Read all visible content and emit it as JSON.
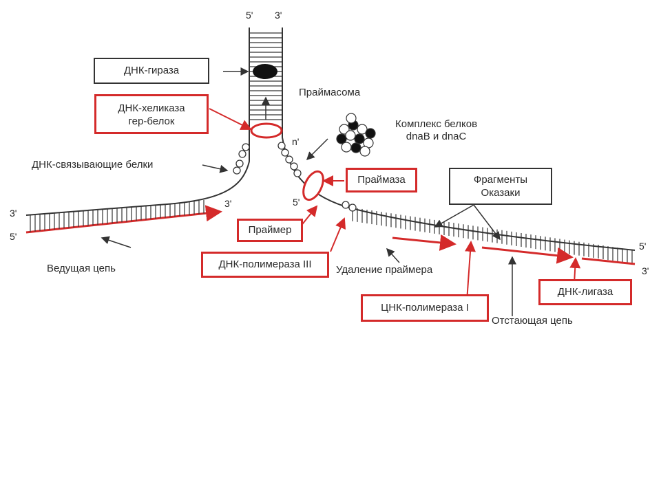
{
  "colors": {
    "ink": "#333333",
    "red": "#d42a2a",
    "protein": "#111111"
  },
  "ends": {
    "top_5": "5'",
    "top_3": "3'",
    "left_3": "3'",
    "left_5": "5'",
    "leading_3": "3'",
    "right_5": "5'",
    "right_3": "3'",
    "primer_5": "5'",
    "primase_n": "n'"
  },
  "labels": {
    "gyrase": "ДНК-гираза",
    "helicase": "ДНК-хеликаза\nгер-белок",
    "ssb": "ДНК-связывающие белки",
    "primosome": "Праймасома",
    "dna_complex": "Комплекс белков\ndnaB и dnaC",
    "primase": "Праймаза",
    "okazaki": "Фрагменты\nОказаки",
    "primer": "Праймер",
    "pol3": "ДНК-полимераза III",
    "primer_removal": "Удаление праймера",
    "leading": "Ведущая цепь",
    "pol1": "ЦНК-полимераза I",
    "lagging": "Отстающая цепь",
    "ligase": "ДНК-лигаза"
  }
}
